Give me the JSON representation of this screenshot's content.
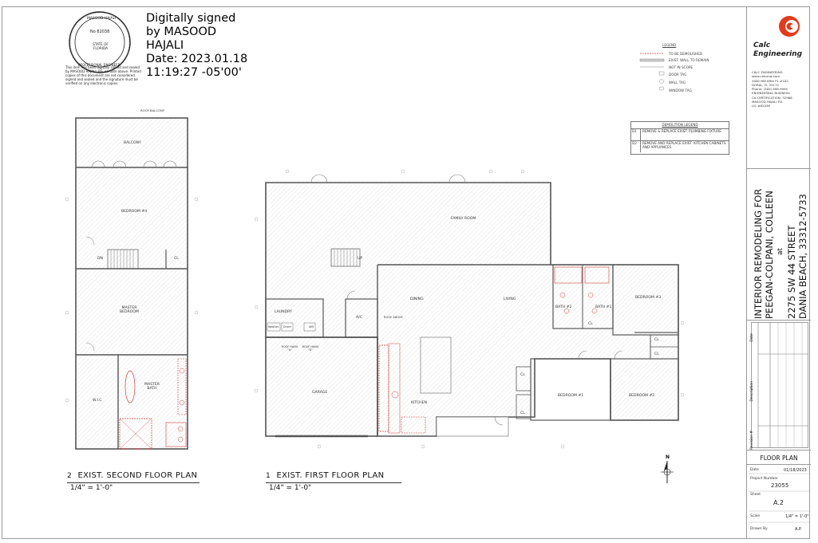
{
  "signature": {
    "line1": "Digitally signed",
    "line2": "by MASOOD",
    "line3": "HAJALI",
    "line4": "Date: 2023.01.18",
    "line5": "11:19:27 -05'00'"
  },
  "seal": {
    "top_text": "MASOOD HAJALI",
    "license": "No 82038",
    "state": "STATE OF FLORIDA",
    "bottom_text": "PROFESSIONAL ENGINEER",
    "notice": "This item has been digitally signed and sealed by MASOOD HAJALI, P.E. on date above. Printed copies of this document are not considered signed and sealed and the signature must be verified on any electronic copies."
  },
  "legend": {
    "title": "LEGEND",
    "items": [
      "TO BE DEMOLISHED",
      "EXIST. WALL TO REMAIN",
      "NOT IN SCOPE",
      "DOOR TAG",
      "WALL TAG",
      "WINDOW TAG"
    ]
  },
  "demolition_legend": {
    "title": "DEMOLITION LEGEND",
    "rows": [
      {
        "key": "D1",
        "text": "REMOVE & REPLACE EXIST. PLUMBING FIXTURE"
      },
      {
        "key": "D2",
        "text": "REMOVE AND REPLACE EXIST. KITCHEN CABINETS AND APPLIANCES"
      }
    ]
  },
  "firm": {
    "name_line1": "Calc",
    "name_line2": "Engineering",
    "address": [
      "CALC ENGINEERING",
      "www.calceng.com",
      "2000 NW 89th PL #102,",
      "DORAL, FL 33172",
      "Phone: (305) 898-9995",
      "ENGINEERING BUSINESS",
      "CA CERTIFICATION: 32966",
      "MASOOD HAJALI P.E.",
      "LIC #82038"
    ]
  },
  "project": {
    "line1": "INTERIOR REMODELING FOR",
    "line2": "PEEGAN-COLPANI, COLLEEN",
    "line3": "at",
    "line4": "2275 SW 44 STREET",
    "line5": "DANIA BEACH, 33312-5733"
  },
  "revisions": {
    "headers": [
      "Date",
      "Description",
      "Revision #"
    ]
  },
  "title_block": {
    "sheet_title": "FLOOR PLAN",
    "date_label": "Date",
    "date_value": "01/18/2023",
    "project_number_label": "Project Number",
    "project_number_value": "23055",
    "sheet_label": "Sheet",
    "sheet_value": "A.2",
    "scale_label": "Scale",
    "scale_value": "1/4\" = 1'-0\"",
    "drawn_by_label": "Drawn By",
    "drawn_by_value": "A.P."
  },
  "plans": {
    "second": {
      "number": "2",
      "title": "EXIST. SECOND FLOOR PLAN",
      "scale": "1/4\" = 1'-0\""
    },
    "first": {
      "number": "1",
      "title": "EXIST. FIRST FLOOR PLAN",
      "scale": "1/4\" = 1'-0\""
    }
  },
  "rooms_second": {
    "roof_balcony": "ROOF BALCONY",
    "balcony": "BALCONY",
    "bedroom4": "BEDROOM #4",
    "dn": "DN",
    "cl": "CL",
    "master_bedroom_1": "MASTER",
    "master_bedroom_2": "BEDROOM",
    "wic": "W.I.C",
    "master_bath_1": "MASTER",
    "master_bath_2": "BATH"
  },
  "rooms_first": {
    "family_room": "FAMILY ROOM",
    "up": "UP",
    "dining": "DINING",
    "living": "LIVING",
    "laundry": "LAUNDRY",
    "washer": "Washer",
    "dryer": "Dryer",
    "wh": "WH",
    "ac": "A/C",
    "roof_above": "ROOF ABOVE",
    "roof_hang1": "ROOF HANG \"A\"",
    "roof_hang2": "ROOF HANG \"D\"",
    "garage": "GARAGE",
    "kitchen": "KITCHEN",
    "bath2": "BATH #2",
    "bath1": "BATH #1",
    "cl": "CL",
    "bedroom3": "BEDROOM #3",
    "bedroom1": "BEDROOM #1",
    "bedroom2": "BEDROOM #2"
  },
  "north": "N",
  "colors": {
    "line": "#555555",
    "demo": "#d23a3a",
    "logo_red": "#e03c1e"
  }
}
